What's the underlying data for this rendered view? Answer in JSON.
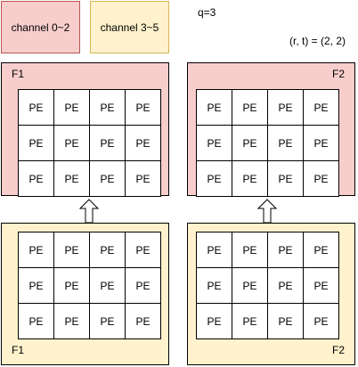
{
  "legend": {
    "pink_label": "channel 0~2",
    "yellow_label": "channel 3~5"
  },
  "q_label": "q=3",
  "rt_label": "(r, t) = (2, 2)",
  "colors": {
    "pink_fill": "#f8cecc",
    "pink_border": "#b85450",
    "yellow_fill": "#fff2cc",
    "yellow_border": "#d6b656"
  },
  "pe_label": "PE",
  "frames": {
    "top_left": "F1",
    "top_right": "F2",
    "bottom_left": "F1",
    "bottom_right": "F2"
  }
}
